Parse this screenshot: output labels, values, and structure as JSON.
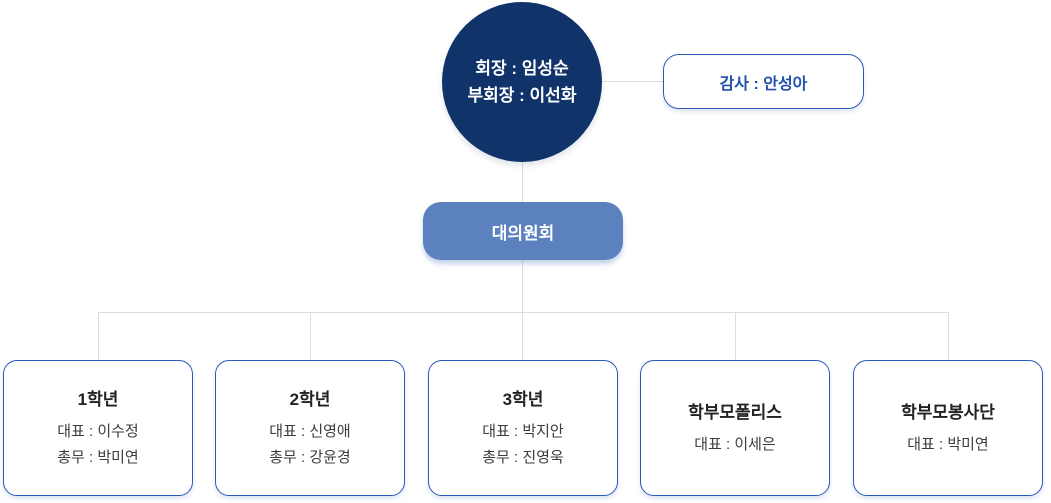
{
  "org": {
    "root": {
      "line1": "회장 : 임성순",
      "line2": "부회장 : 이선화"
    },
    "auditor": {
      "label": "감사 : 안성아"
    },
    "council": {
      "label": "대의원회"
    },
    "departments": [
      {
        "title": "1학년",
        "line1": "대표 : 이수정",
        "line2": "총무 : 박미연"
      },
      {
        "title": "2학년",
        "line1": "대표 : 신영애",
        "line2": "총무 : 강윤경"
      },
      {
        "title": "3학년",
        "line1": "대표 : 박지안",
        "line2": "총무 : 진영욱"
      },
      {
        "title": "학부모폴리스",
        "line1": "대표 : 이세은"
      },
      {
        "title": "학부모봉사단",
        "line1": "대표 : 박미연"
      }
    ]
  },
  "colors": {
    "root_fill": "#10336a",
    "council_fill": "#5b82be",
    "box_border": "#2b59b8",
    "auditor_text": "#2150ae",
    "title_text": "#222222",
    "member_text": "#3d3d3d",
    "connector": "#dddddd"
  }
}
